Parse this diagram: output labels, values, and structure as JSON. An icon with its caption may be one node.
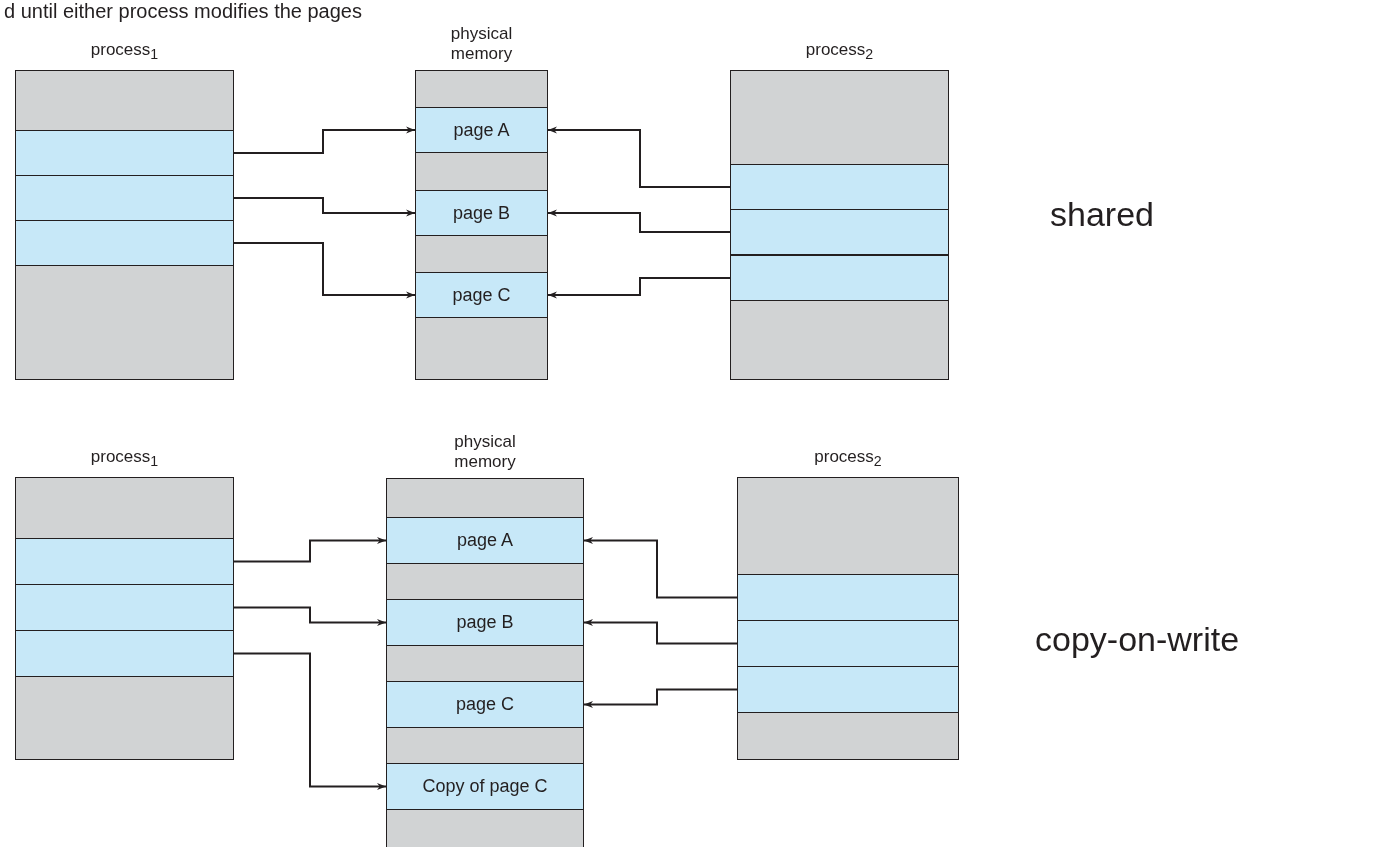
{
  "diagram": {
    "nodes": [
      {
        "text": [
          "process$_{1}$"
        ]
      },
      {
        "text": [],
        "shape": "bar",
        "in": 0
      },
      {
        "text": [],
        "shape": "bar",
        "in": 0
      },
      {
        "text": [],
        "shape": "bar",
        "in": 0
      },
      {
        "text": [
          "physical memory"
        ]
      },
      {
        "text": [
          "page A"
        ],
        "in": 4
      },
      {
        "text": [
          "page B"
        ],
        "in": 4
      },
      {
        "text": [
          "page C"
        ],
        "in": 4
      },
      {
        "text": [
          "process$_{2}$"
        ]
      },
      {
        "text": [],
        "shape": "bar",
        "in": 8
      },
      {
        "text": [],
        "shape": "bar",
        "in": 8
      },
      {
        "text": [],
        "shape": "bar",
        "in": 8
      },
      {
        "text": [
          "process$_{1}$"
        ]
      },
      {
        "text": [],
        "shape": "bar",
        "in": 12
      },
      {
        "text": [],
        "shape": "bar",
        "in": 12
      },
      {
        "text": [],
        "shape": "bar",
        "in": 12
      },
      {
        "text": [
          "physical memory"
        ]
      },
      {
        "text": [
          "page A"
        ],
        "in": 16
      },
      {
        "text": [
          "page B"
        ],
        "in": 16
      },
      {
        "text": [
          "page C"
        ],
        "in": 16
      },
      {
        "text": [
          "Copy of page C"
        ],
        "in": 16
      },
      {
        "text": [
          "process$_{2}$"
        ]
      },
      {
        "text": [],
        "shape": "bar",
        "in": 21
      },
      {
        "text": [],
        "shape": "bar",
        "in": 21
      },
      {
        "text": [],
        "shape": "bar",
        "in": 21
      }
    ],
    "edges": [
      {
        "from": 1,
        "to": 5,
        "arrow": "to"
      },
      {
        "from": 2,
        "to": 6,
        "arrow": "to"
      },
      {
        "from": 3,
        "to": 7,
        "arrow": "to"
      },
      {
        "from": 9,
        "to": 5,
        "arrow": "to"
      },
      {
        "from": 10,
        "to": 6,
        "arrow": "to"
      },
      {
        "from": 11,
        "to": 7,
        "arrow": "to"
      },
      {
        "from": 13,
        "to": 17,
        "arrow": "to"
      },
      {
        "from": 14,
        "to": 18,
        "arrow": "to"
      },
      {
        "from": 15,
        "to": 20,
        "arrow": "to"
      },
      {
        "from": 22,
        "to": 17,
        "arrow": "to"
      },
      {
        "from": 23,
        "to": 18,
        "arrow": "to"
      },
      {
        "from": 24,
        "to": 19,
        "arrow": "to"
      }
    ],
    "labels": [
      "d until either process modifies the pages",
      "shared",
      "copy-on-write"
    ]
  }
}
